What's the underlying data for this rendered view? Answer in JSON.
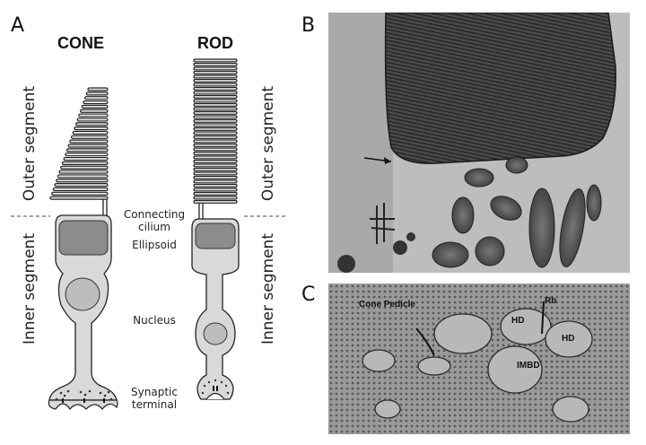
{
  "panels": {
    "a": "A",
    "b": "B",
    "c": "C"
  },
  "diagram": {
    "cone_title": "CONE",
    "rod_title": "ROD",
    "outer_segment": "Outer segment",
    "inner_segment": "Inner segment",
    "connecting_cilium": [
      "Connecting",
      "cilium"
    ],
    "ellipsoid": "Ellipsoid",
    "nucleus": "Nucleus",
    "synaptic_terminal": [
      "Synaptic",
      "terminal"
    ]
  },
  "micrograph_c": {
    "cone_pedicle": "Cone Pedicle",
    "rb": "Rb",
    "hd1": "HD",
    "hd2": "HD",
    "imbd": "IMBD"
  },
  "colors": {
    "cell_fill": "#d9d9d9",
    "ellipsoid_fill": "#8c8c8c",
    "nucleus_fill": "#bdbdbd",
    "outline": "#222222"
  }
}
